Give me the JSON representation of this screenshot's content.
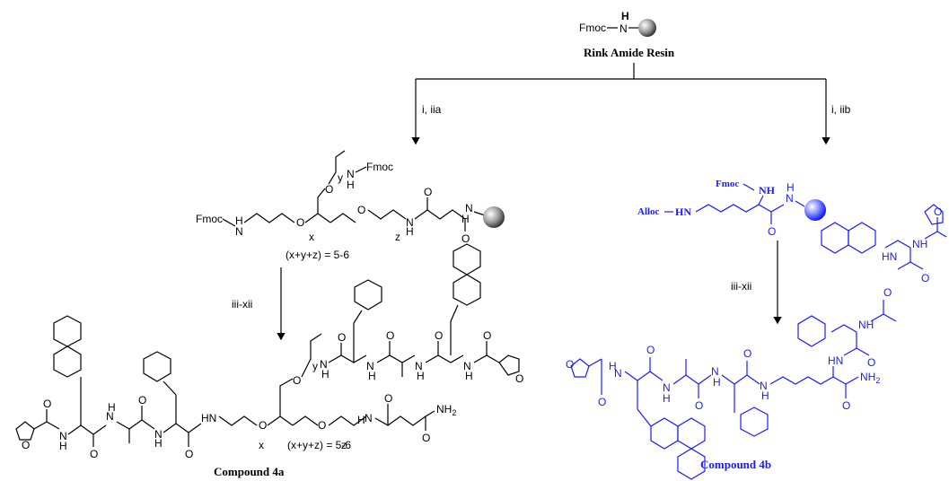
{
  "resin": {
    "fmoc": "Fmoc",
    "nh_h": "H",
    "nh_n": "N",
    "name": "Rink Amide Resin"
  },
  "steps": {
    "left": "i, iia",
    "right": "i, iib",
    "left_cont": "iii-xii",
    "right_cont": "iii-xii"
  },
  "peg": {
    "fmoc_left": "Fmoc",
    "fmoc_top": "Fmoc",
    "N": "N",
    "H": "H",
    "O": "O",
    "x": "x",
    "y": "y",
    "z": "z",
    "ratio": "(x+y+z) = 5-6"
  },
  "lys": {
    "fmoc": "Fmoc",
    "nh": "NH",
    "alloc": "Alloc",
    "hn": "HN",
    "n": "N",
    "h": "H",
    "o": "O"
  },
  "prod_a": {
    "name": "Compound 4a",
    "nh2": "NH",
    "nh2_sub": "2",
    "ratio": "(x+y+z) = 5-6",
    "N": "N",
    "H": "H",
    "O": "O",
    "HN": "HN",
    "x": "x",
    "y": "y",
    "z": "z"
  },
  "prod_b": {
    "name": "Compound 4b",
    "nh2": "NH",
    "nh2_sub": "2",
    "N": "N",
    "H": "H",
    "O": "O",
    "HN": "HN",
    "NH": "NH"
  },
  "colors": {
    "black": "#000000",
    "blue": "#1a1aff"
  }
}
